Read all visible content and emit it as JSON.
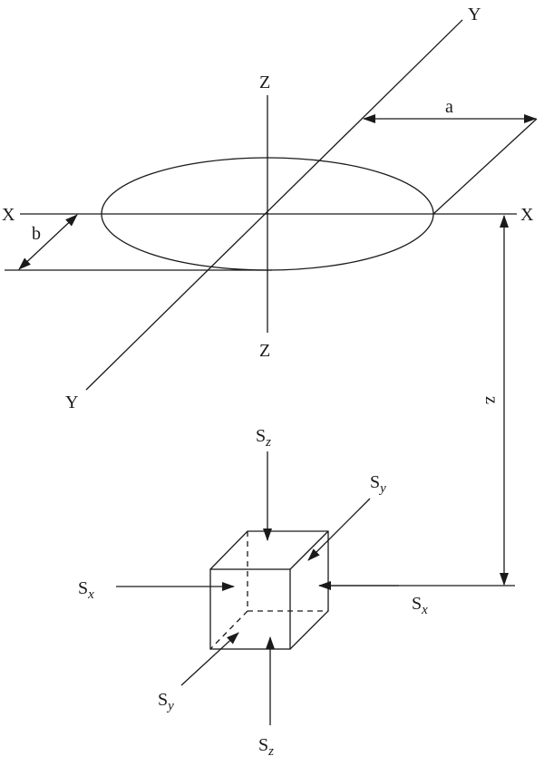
{
  "axes": {
    "x_left": "X",
    "x_right": "X",
    "y_top": "Y",
    "y_bottom": "Y",
    "z_top": "Z",
    "z_bottom": "Z"
  },
  "dimensions": {
    "a": "a",
    "b": "b",
    "depth": "z"
  },
  "stresses": {
    "symbol": "S",
    "top": "z",
    "bottom": "z",
    "left": "x",
    "right": "x",
    "back": "y",
    "front": "y"
  },
  "colors": {
    "stroke": "#1a1a1a",
    "background": "#ffffff"
  }
}
